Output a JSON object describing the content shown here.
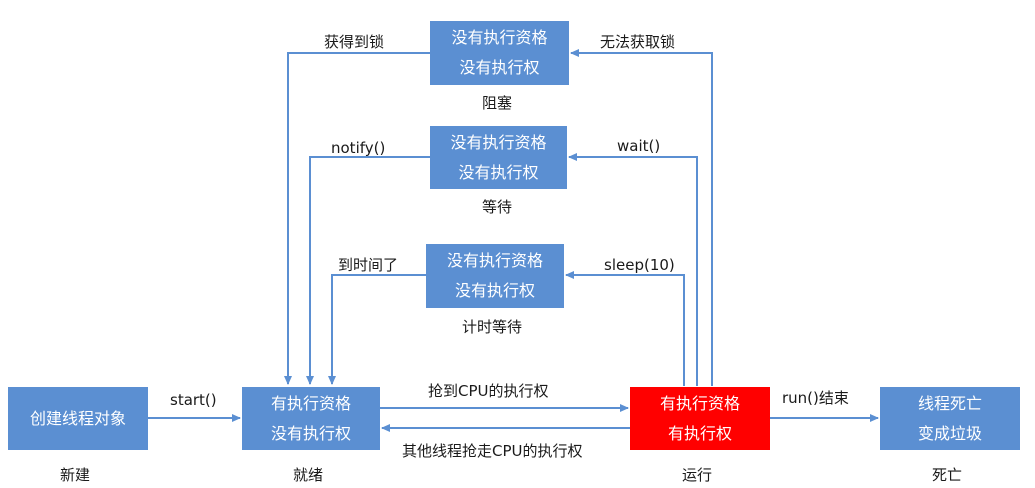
{
  "states": {
    "new": {
      "lines": [
        "创建线程对象"
      ],
      "caption": "新建"
    },
    "ready": {
      "lines": [
        "有执行资格",
        "没有执行权"
      ],
      "caption": "就绪"
    },
    "running": {
      "lines": [
        "有执行资格",
        "有执行权"
      ],
      "caption": "运行"
    },
    "dead": {
      "lines": [
        "线程死亡",
        "变成垃圾"
      ],
      "caption": "死亡"
    },
    "blocked": {
      "lines": [
        "没有执行资格",
        "没有执行权"
      ],
      "caption": "阻塞"
    },
    "waiting": {
      "lines": [
        "没有执行资格",
        "没有执行权"
      ],
      "caption": "等待"
    },
    "timed_waiting": {
      "lines": [
        "没有执行资格",
        "没有执行权"
      ],
      "caption": "计时等待"
    }
  },
  "transitions": {
    "start": "start()",
    "grab_cpu": "抢到CPU的执行权",
    "lose_cpu": "其他线程抢走CPU的执行权",
    "run_end": "run()结束",
    "cannot_get_lock": "无法获取锁",
    "got_lock": "获得到锁",
    "wait": "wait()",
    "notify": "notify()",
    "sleep": "sleep(10)",
    "time_up": "到时间了"
  },
  "colors": {
    "box_blue": "#5b8fd2",
    "box_red": "#ff0000",
    "arrow": "#5b8fd2"
  }
}
